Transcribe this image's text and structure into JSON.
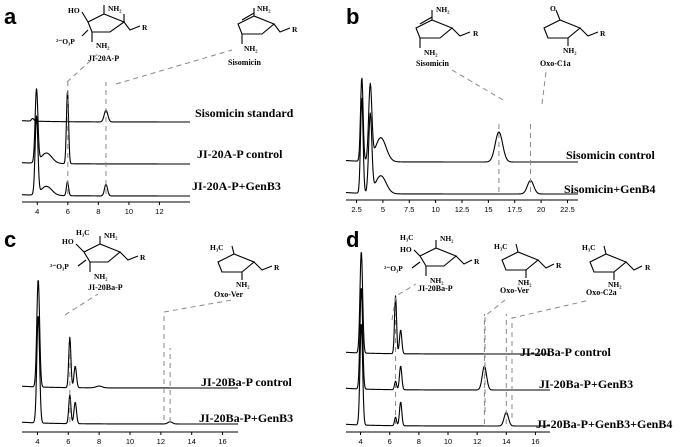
{
  "colors": {
    "trace": "#000000",
    "guide": "#888888",
    "background": "#ffffff"
  },
  "chart_data": [
    {
      "panel": "a",
      "type": "line",
      "title": "",
      "xlabel": "",
      "ylabel": "",
      "x_ticks": [
        "4",
        "6",
        "8",
        "10",
        "12"
      ],
      "xlim": [
        3.0,
        14.0
      ],
      "guides_x": [
        6.0,
        8.5
      ],
      "series": [
        {
          "name": "Sisomicin standard",
          "peaks": [
            {
              "x": 3.7,
              "h": 0.1,
              "w": 0.08
            },
            {
              "x": 8.5,
              "h": 0.45,
              "w": 0.12
            }
          ]
        },
        {
          "name": "JI-20A-P control",
          "peaks": [
            {
              "x": 3.95,
              "h": 2.8,
              "w": 0.09
            },
            {
              "x": 4.6,
              "h": 0.4,
              "w": 0.35
            },
            {
              "x": 5.98,
              "h": 2.8,
              "w": 0.07
            }
          ]
        },
        {
          "name": "JI-20A-P+GenB3",
          "peaks": [
            {
              "x": 3.95,
              "h": 3.0,
              "w": 0.09
            },
            {
              "x": 4.6,
              "h": 0.35,
              "w": 0.35
            },
            {
              "x": 5.98,
              "h": 0.55,
              "w": 0.07
            },
            {
              "x": 8.5,
              "h": 0.45,
              "w": 0.1
            }
          ]
        }
      ],
      "structures": [
        "JI-20A-P",
        "Sisomicin"
      ],
      "structure_text": {
        "po3": "²⁻O₃P",
        "ho": "HO",
        "nh2": "NH₂",
        "r": "R"
      }
    },
    {
      "panel": "b",
      "type": "line",
      "title": "",
      "xlabel": "",
      "ylabel": "",
      "x_ticks": [
        "2.5",
        "5",
        "7.5",
        "10",
        "12.5",
        "15",
        "17.5",
        "20",
        "22.5"
      ],
      "xlim": [
        1.5,
        23.5
      ],
      "guides_x": [
        16.0,
        19.0
      ],
      "series": [
        {
          "name": "Sisomicin control",
          "peaks": [
            {
              "x": 3.0,
              "h": 2.8,
              "w": 0.12
            },
            {
              "x": 3.8,
              "h": 2.5,
              "w": 0.15
            },
            {
              "x": 4.8,
              "h": 0.8,
              "w": 0.5
            },
            {
              "x": 16.0,
              "h": 1.0,
              "w": 0.35
            }
          ]
        },
        {
          "name": "Sisomicin+GenB4",
          "peaks": [
            {
              "x": 3.0,
              "h": 3.2,
              "w": 0.12
            },
            {
              "x": 3.8,
              "h": 2.6,
              "w": 0.15
            },
            {
              "x": 4.8,
              "h": 0.6,
              "w": 0.5
            },
            {
              "x": 19.0,
              "h": 0.45,
              "w": 0.3
            }
          ]
        }
      ],
      "structures": [
        "Sisomicin",
        "Oxo-C1a"
      ],
      "structure_text": {
        "nh2": "NH₂",
        "o": "O",
        "r": "R"
      }
    },
    {
      "panel": "c",
      "type": "line",
      "title": "",
      "xlabel": "",
      "ylabel": "",
      "x_ticks": [
        "4",
        "6",
        "8",
        "10",
        "12",
        "14",
        "16"
      ],
      "xlim": [
        3.0,
        17.0
      ],
      "guides_x": [
        6.1,
        12.6
      ],
      "series": [
        {
          "name": "JI-20Ba-P control",
          "peaks": [
            {
              "x": 4.05,
              "h": 3.0,
              "w": 0.09
            },
            {
              "x": 6.1,
              "h": 1.4,
              "w": 0.07
            },
            {
              "x": 6.45,
              "h": 0.6,
              "w": 0.08
            },
            {
              "x": 8.0,
              "h": 0.05,
              "w": 0.2
            }
          ]
        },
        {
          "name": "JI-20Ba-P+GenB3",
          "peaks": [
            {
              "x": 4.05,
              "h": 3.0,
              "w": 0.09
            },
            {
              "x": 6.1,
              "h": 0.8,
              "w": 0.07
            },
            {
              "x": 6.45,
              "h": 0.6,
              "w": 0.08
            },
            {
              "x": 12.6,
              "h": 0.06,
              "w": 0.15
            }
          ]
        }
      ],
      "structures": [
        "JI-20Ba-P",
        "Oxo-Ver"
      ],
      "structure_text": {
        "po3": "²⁻O₃P",
        "ho": "HO",
        "h3c": "H₃C",
        "nh2": "NH₂",
        "r": "R"
      }
    },
    {
      "panel": "d",
      "type": "line",
      "title": "",
      "xlabel": "",
      "ylabel": "",
      "x_ticks": [
        "4",
        "6",
        "8",
        "10",
        "12",
        "14",
        "16"
      ],
      "xlim": [
        3.0,
        17.0
      ],
      "guides_x": [
        6.4,
        12.5,
        14.0
      ],
      "series": [
        {
          "name": "JI-20Ba-P control",
          "peaks": [
            {
              "x": 4.05,
              "h": 3.0,
              "w": 0.09
            },
            {
              "x": 6.4,
              "h": 1.7,
              "w": 0.07
            },
            {
              "x": 6.75,
              "h": 0.7,
              "w": 0.08
            }
          ]
        },
        {
          "name": "JI-20Ba-P+GenB3",
          "peaks": [
            {
              "x": 4.05,
              "h": 3.0,
              "w": 0.09
            },
            {
              "x": 6.4,
              "h": 0.25,
              "w": 0.07
            },
            {
              "x": 6.75,
              "h": 0.7,
              "w": 0.08
            },
            {
              "x": 12.5,
              "h": 0.7,
              "w": 0.15
            }
          ]
        },
        {
          "name": "JI-20Ba-P+GenB3+GenB4",
          "peaks": [
            {
              "x": 4.05,
              "h": 3.0,
              "w": 0.09
            },
            {
              "x": 6.4,
              "h": 0.25,
              "w": 0.07
            },
            {
              "x": 6.75,
              "h": 0.7,
              "w": 0.08
            },
            {
              "x": 14.0,
              "h": 0.4,
              "w": 0.15
            }
          ]
        }
      ],
      "structures": [
        "JI-20Ba-P",
        "Oxo-Ver",
        "Oxo-C2a"
      ],
      "structure_text": {
        "po3": "²⁻O₃P",
        "ho": "HO",
        "h3c": "H₃C",
        "nh2": "NH₂",
        "r": "R"
      }
    }
  ]
}
